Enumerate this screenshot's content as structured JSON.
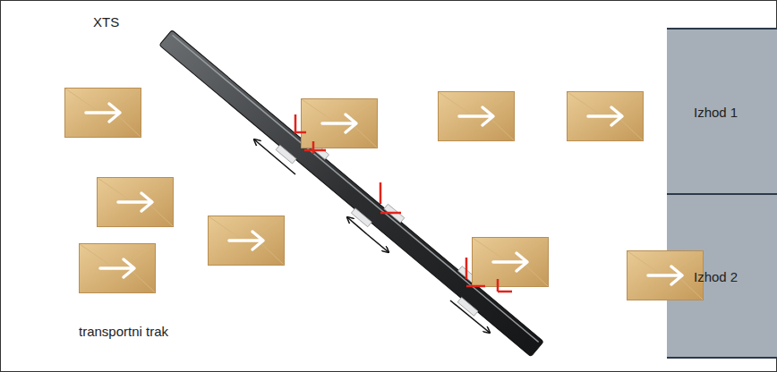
{
  "diagram": {
    "nodes": [
      {
        "text": [
          "Izhod 1"
        ]
      },
      {
        "text": [
          "Izhod 2"
        ]
      }
    ],
    "labels": [
      "XTS",
      "transportni trak"
    ]
  }
}
